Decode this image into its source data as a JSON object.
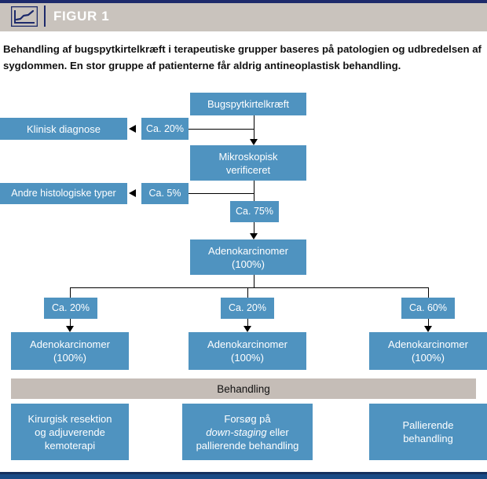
{
  "header": {
    "title": "FIGUR 1",
    "icon": "line-chart-icon",
    "bar_color": "#c9c3bd",
    "accent_color": "#1d2a6b"
  },
  "lead": {
    "text": "Behandling af bugspytkirtelkræft i terapeutiske grupper baseres på patologien og udbredelsen af sygdommen. En stor gruppe af patienterne får aldrig antineoplastisk behandling."
  },
  "theme": {
    "box_blue": "#4f93c0",
    "band_gray": "#c5bdb7",
    "text_white": "#ffffff",
    "connector_black": "#000000"
  },
  "flow": {
    "root": "Bugspytkirtelkræft",
    "clinical_diagnosis": "Klinisk diagnose",
    "pct_clinical": "Ca. 20%",
    "microscopic": "Mikroskopisk\nverificeret",
    "microscopic_line1": "Mikroskopisk",
    "microscopic_line2": "verificeret",
    "other_histology": "Andre histologiske typer",
    "pct_other": "Ca. 5%",
    "pct_adeno": "Ca. 75%",
    "adeno_main_line1": "Adenokarcinomer",
    "adeno_main_line2": "(100%)",
    "branches": [
      {
        "pct": "Ca. 20%",
        "group_line1": "Adenokarcinomer",
        "group_line2": "(100%)",
        "treatment_lines": [
          "Kirurgisk resektion",
          "og adjuverende",
          "kemoterapi"
        ],
        "treatment_italic": ""
      },
      {
        "pct": "Ca. 20%",
        "group_line1": "Adenokarcinomer",
        "group_line2": "(100%)",
        "treatment_lines": [
          "Forsøg på",
          "",
          "pallierende behandling"
        ],
        "treatment_italic": "down-staging",
        "treatment_italic_suffix": " eller"
      },
      {
        "pct": "Ca. 60%",
        "group_line1": "Adenokarcinomer",
        "group_line2": "(100%)",
        "treatment_lines": [
          "Pallierende",
          "behandling"
        ],
        "treatment_italic": ""
      }
    ]
  },
  "band": {
    "label": "Behandling"
  }
}
